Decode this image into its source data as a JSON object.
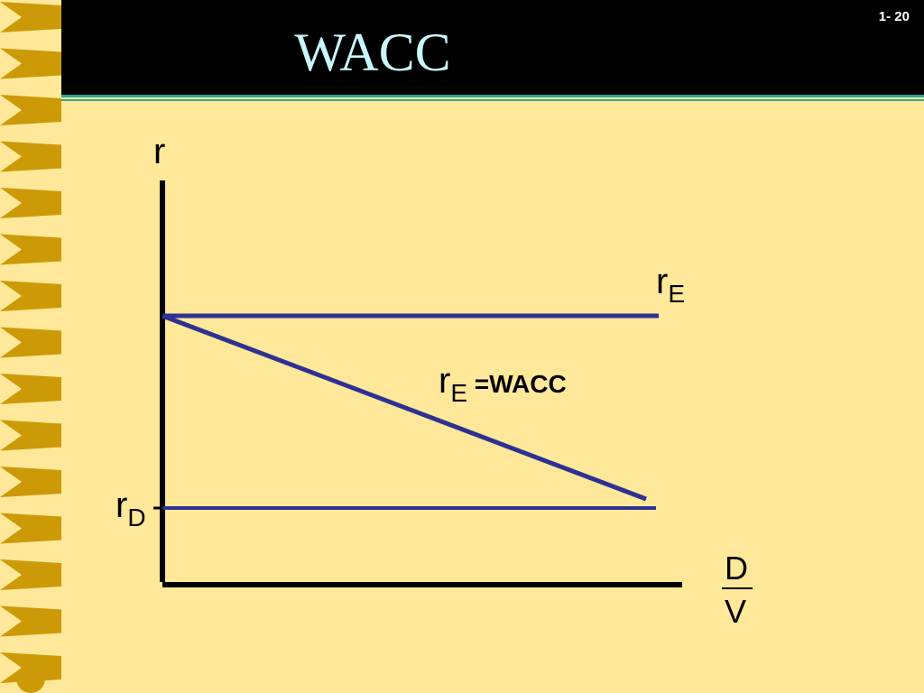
{
  "slide": {
    "title": "WACC",
    "number": "1- 20"
  },
  "diagram": {
    "y_axis_label": "r",
    "x_axis_numerator": "D",
    "x_axis_denominator": "V",
    "re_line": {
      "base": "r",
      "sub": "E"
    },
    "wacc_line": {
      "base": "r",
      "sub": "E",
      "suffix": " =WACC"
    },
    "rd_line": {
      "base": "r",
      "sub": "D"
    }
  },
  "colors": {
    "background": "#ffe899",
    "header": "#000000",
    "title": "#c9f7ff",
    "line": "#2e3192",
    "binding": "#cc9a06"
  }
}
